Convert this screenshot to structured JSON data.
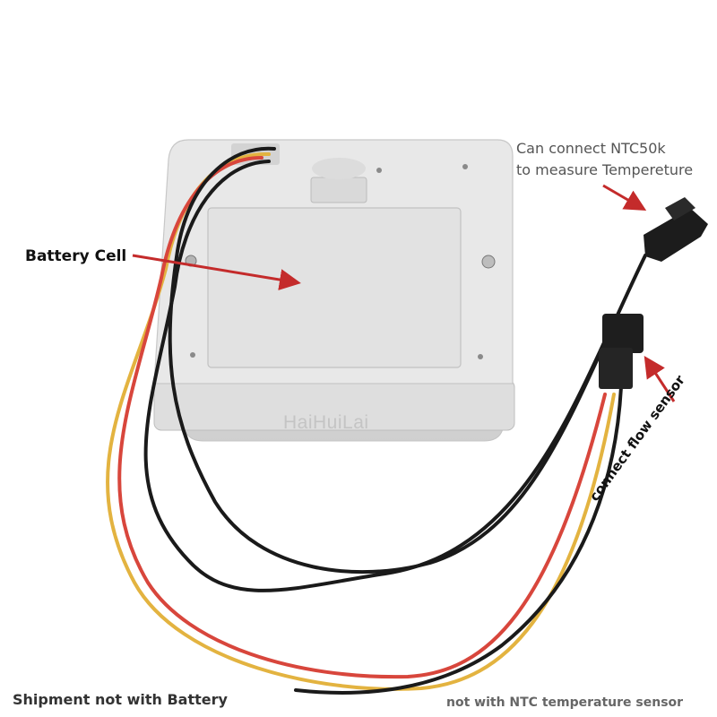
{
  "annotations": {
    "battery_cell": "Battery Cell",
    "ntc_line1": "Can connect NTC50k",
    "ntc_line2": "to measure Tempereture",
    "flow_sensor": "connect flow sensor",
    "shipment_note": "Shipment not with Battery",
    "ntc_note": "not with NTC temperature sensor",
    "watermark": "HaiHuiLai"
  },
  "colors": {
    "arrow": "#c42b2b",
    "housing": "#e6e6e6",
    "wire_black": "#1a1a1a",
    "wire_red": "#d8463c",
    "wire_yellow": "#e3b340"
  }
}
